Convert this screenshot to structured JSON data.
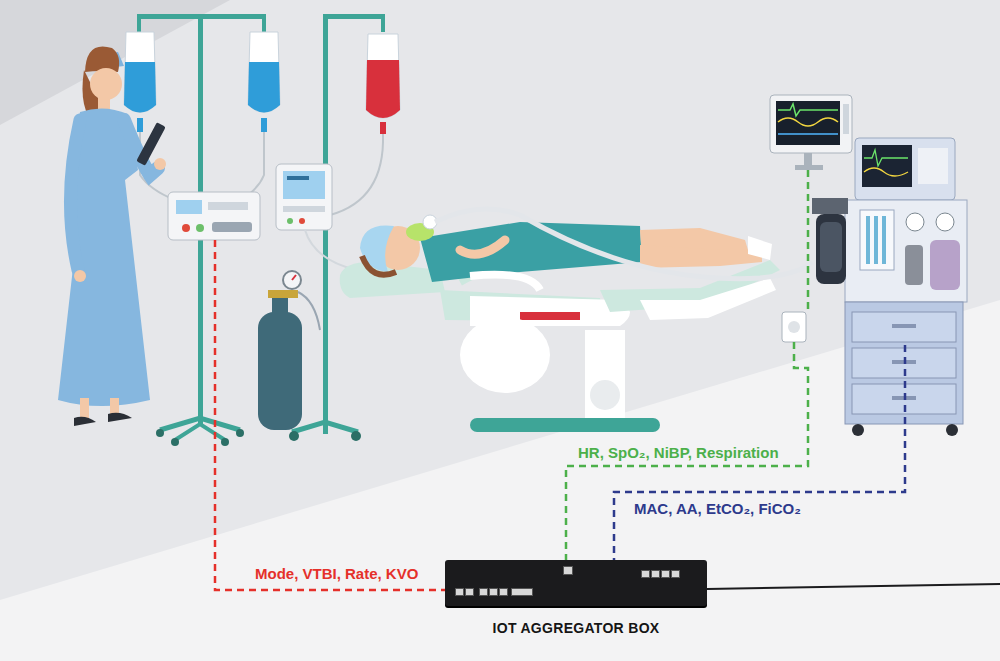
{
  "diagram": {
    "nodes": [
      {
        "text": [
          "IOT AGGREGATOR BOX"
        ]
      }
    ],
    "labels": [
      "Mode, VTBI, Rate, KVO",
      "HR, SpO₂, NiBP, Respiration",
      "MAC, AA, EtCO₂, FiCO₂"
    ]
  }
}
